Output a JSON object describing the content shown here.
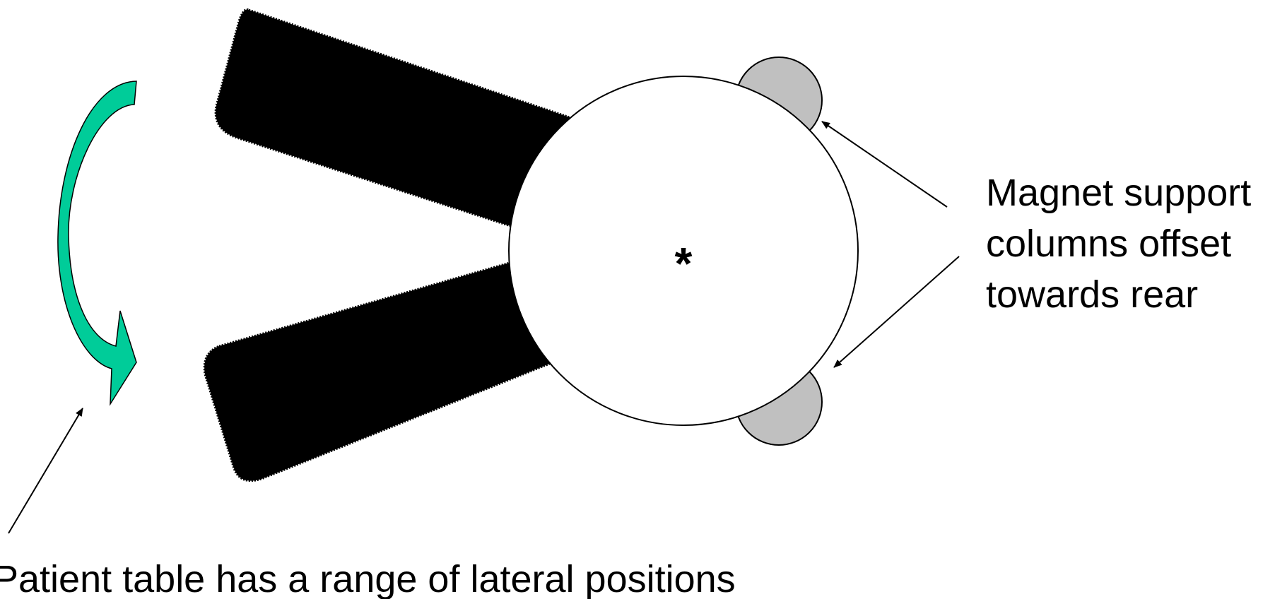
{
  "magnet_label": {
    "lines": [
      "Magnet support",
      "columns offset",
      "towards rear"
    ]
  },
  "table_label": {
    "text": "Patient table has a range of lateral positions"
  },
  "isocenter_marker": "*",
  "colors": {
    "arm_fill": "#000000",
    "bore_fill": "#ffffff",
    "column_fill": "#c0c0c0",
    "rotation_arrow_fill": "#00cc99",
    "outline": "#000000"
  },
  "icons": {
    "rotation": "curved-rotation-arrow-icon"
  }
}
